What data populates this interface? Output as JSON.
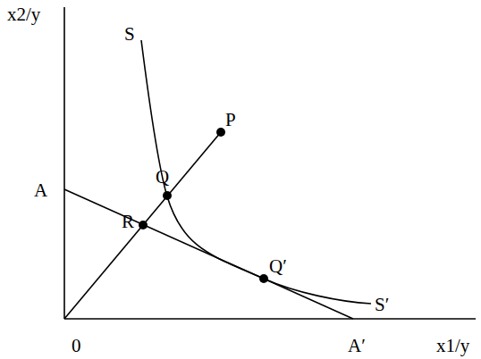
{
  "diagram": {
    "labels": [
      "x2/y",
      "S",
      "P",
      "Q",
      "A",
      "R",
      "Q′",
      "S′",
      "0",
      "A′",
      "x1/y"
    ]
  }
}
